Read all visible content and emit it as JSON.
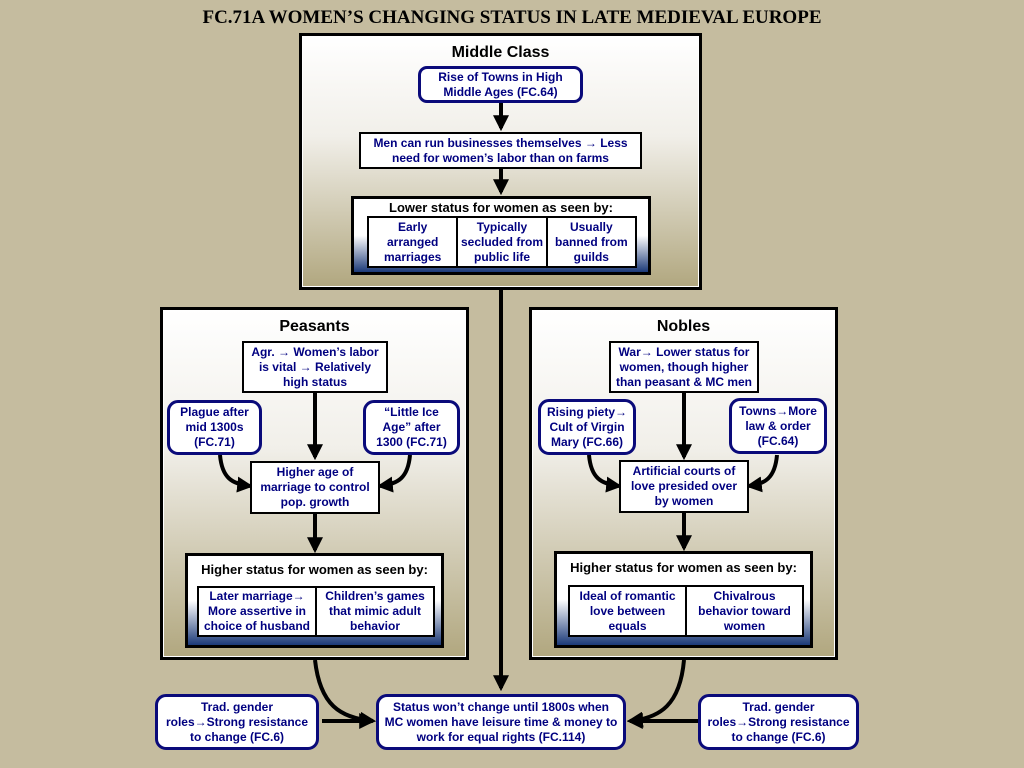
{
  "title": "FC.71A WOMEN’S CHANGING STATUS IN LATE MEDIEVAL EUROPE",
  "middle_class": {
    "title": "Middle Class",
    "rise": "Rise of Towns in High Middle Ages (FC.64)",
    "business": "Men can run businesses themselves → Less need for women’s labor than on farms",
    "status_head": "Lower status for women as seen by:",
    "items": [
      "Early arranged marriages",
      "Typically secluded from public life",
      "Usually banned from guilds"
    ]
  },
  "peasants": {
    "title": "Peasants",
    "agr": "Agr. → Women’s labor is vital → Relatively high status",
    "plague": "Plague after mid 1300s (FC.71)",
    "ice": "“Little Ice Age” after 1300 (FC.71)",
    "marriage": "Higher age of marriage to control pop. growth",
    "status_head": "Higher status for women as seen by:",
    "items": [
      "Later marriage→ More assertive in choice of husband",
      "Children’s games that mimic adult behavior"
    ]
  },
  "nobles": {
    "title": "Nobles",
    "war": "War→ Lower status for women, though higher than peasant & MC men",
    "piety": "Rising piety→ Cult of Virgin Mary (FC.66)",
    "towns": "Towns→More law & order (FC.64)",
    "courts": "Artificial courts of love presided over by women",
    "status_head": "Higher status for women as seen by:",
    "items": [
      "Ideal of romantic love between equals",
      "Chivalrous behavior toward women"
    ]
  },
  "bottom": {
    "left": "Trad. gender roles→Strong resistance to change (FC.6)",
    "center": "Status won’t change until 1800s when MC women have leisure time & money to work for equal rights (FC.114)",
    "right": "Trad. gender roles→Strong resistance to change (FC.6)"
  }
}
